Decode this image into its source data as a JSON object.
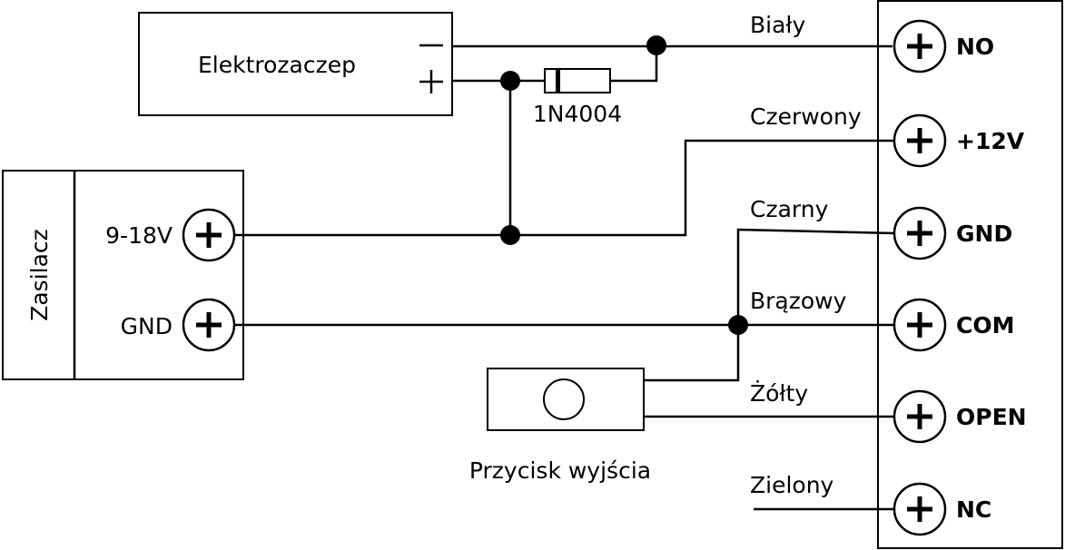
{
  "lock": {
    "label": "Elektrozaczep",
    "minus": "−",
    "plus": "+"
  },
  "diode": {
    "label": "1N4004"
  },
  "psu": {
    "label": "Zasilacz",
    "terminals": [
      "9-18V",
      "GND"
    ]
  },
  "button": {
    "label": "Przycisk wyjścia"
  },
  "wires": [
    "Biały",
    "Czerwony",
    "Czarny",
    "Brązowy",
    "Żółty",
    "Zielony"
  ],
  "controller": {
    "terminals": [
      "NO",
      "+12V",
      "GND",
      "COM",
      "OPEN",
      "NC"
    ]
  },
  "terminal_symbol": "+"
}
